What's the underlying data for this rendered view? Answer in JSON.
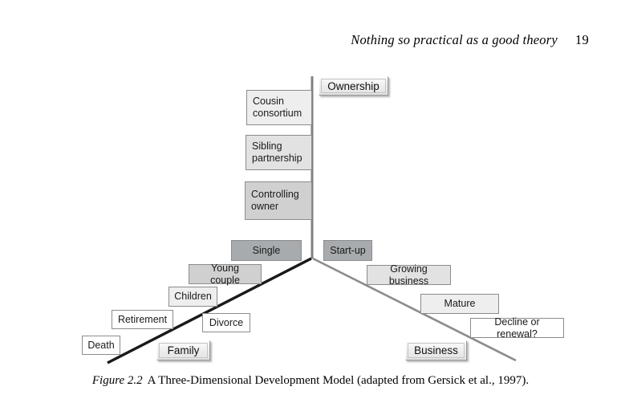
{
  "page": {
    "running_head_title": "Nothing so practical as a good theory",
    "page_number": "19",
    "caption_label": "Figure 2.2",
    "caption_text": "A Three-Dimensional Development Model (adapted from Gersick et al., 1997)."
  },
  "colors": {
    "box_border": "#8c8c8c",
    "fill_white": "#ffffff",
    "fill_light_1": "#eeeeee",
    "fill_light_2": "#e2e2e2",
    "fill_light_3": "#d0d0d0",
    "fill_dark": "#a7abad",
    "ownership_axis_line": "#808080",
    "family_axis_line": "#1a1a1a",
    "business_axis_line": "#8c8c8c"
  },
  "diagram": {
    "axis_titles": {
      "ownership": "Ownership",
      "family": "Family",
      "business": "Business"
    },
    "ownership_axis": {
      "name": "Ownership",
      "stages": [
        {
          "label": "Cousin\nconsortium",
          "tone": "light-1"
        },
        {
          "label": "Sibling\npartnership",
          "tone": "light-2"
        },
        {
          "label": "Controlling\nowner",
          "tone": "light-3"
        }
      ]
    },
    "family_axis": {
      "name": "Family",
      "stages": [
        {
          "label": "Single",
          "tone": "dark"
        },
        {
          "label": "Young couple",
          "tone": "light-3"
        },
        {
          "label": "Children",
          "tone": "light-1"
        },
        {
          "label": "Retirement",
          "tone": "white"
        },
        {
          "label": "Divorce",
          "tone": "white"
        },
        {
          "label": "Death",
          "tone": "white"
        }
      ]
    },
    "business_axis": {
      "name": "Business",
      "stages": [
        {
          "label": "Start-up",
          "tone": "dark"
        },
        {
          "label": "Growing business",
          "tone": "light-2"
        },
        {
          "label": "Mature",
          "tone": "light-1"
        },
        {
          "label": "Decline or renewal?",
          "tone": "white"
        }
      ]
    }
  }
}
